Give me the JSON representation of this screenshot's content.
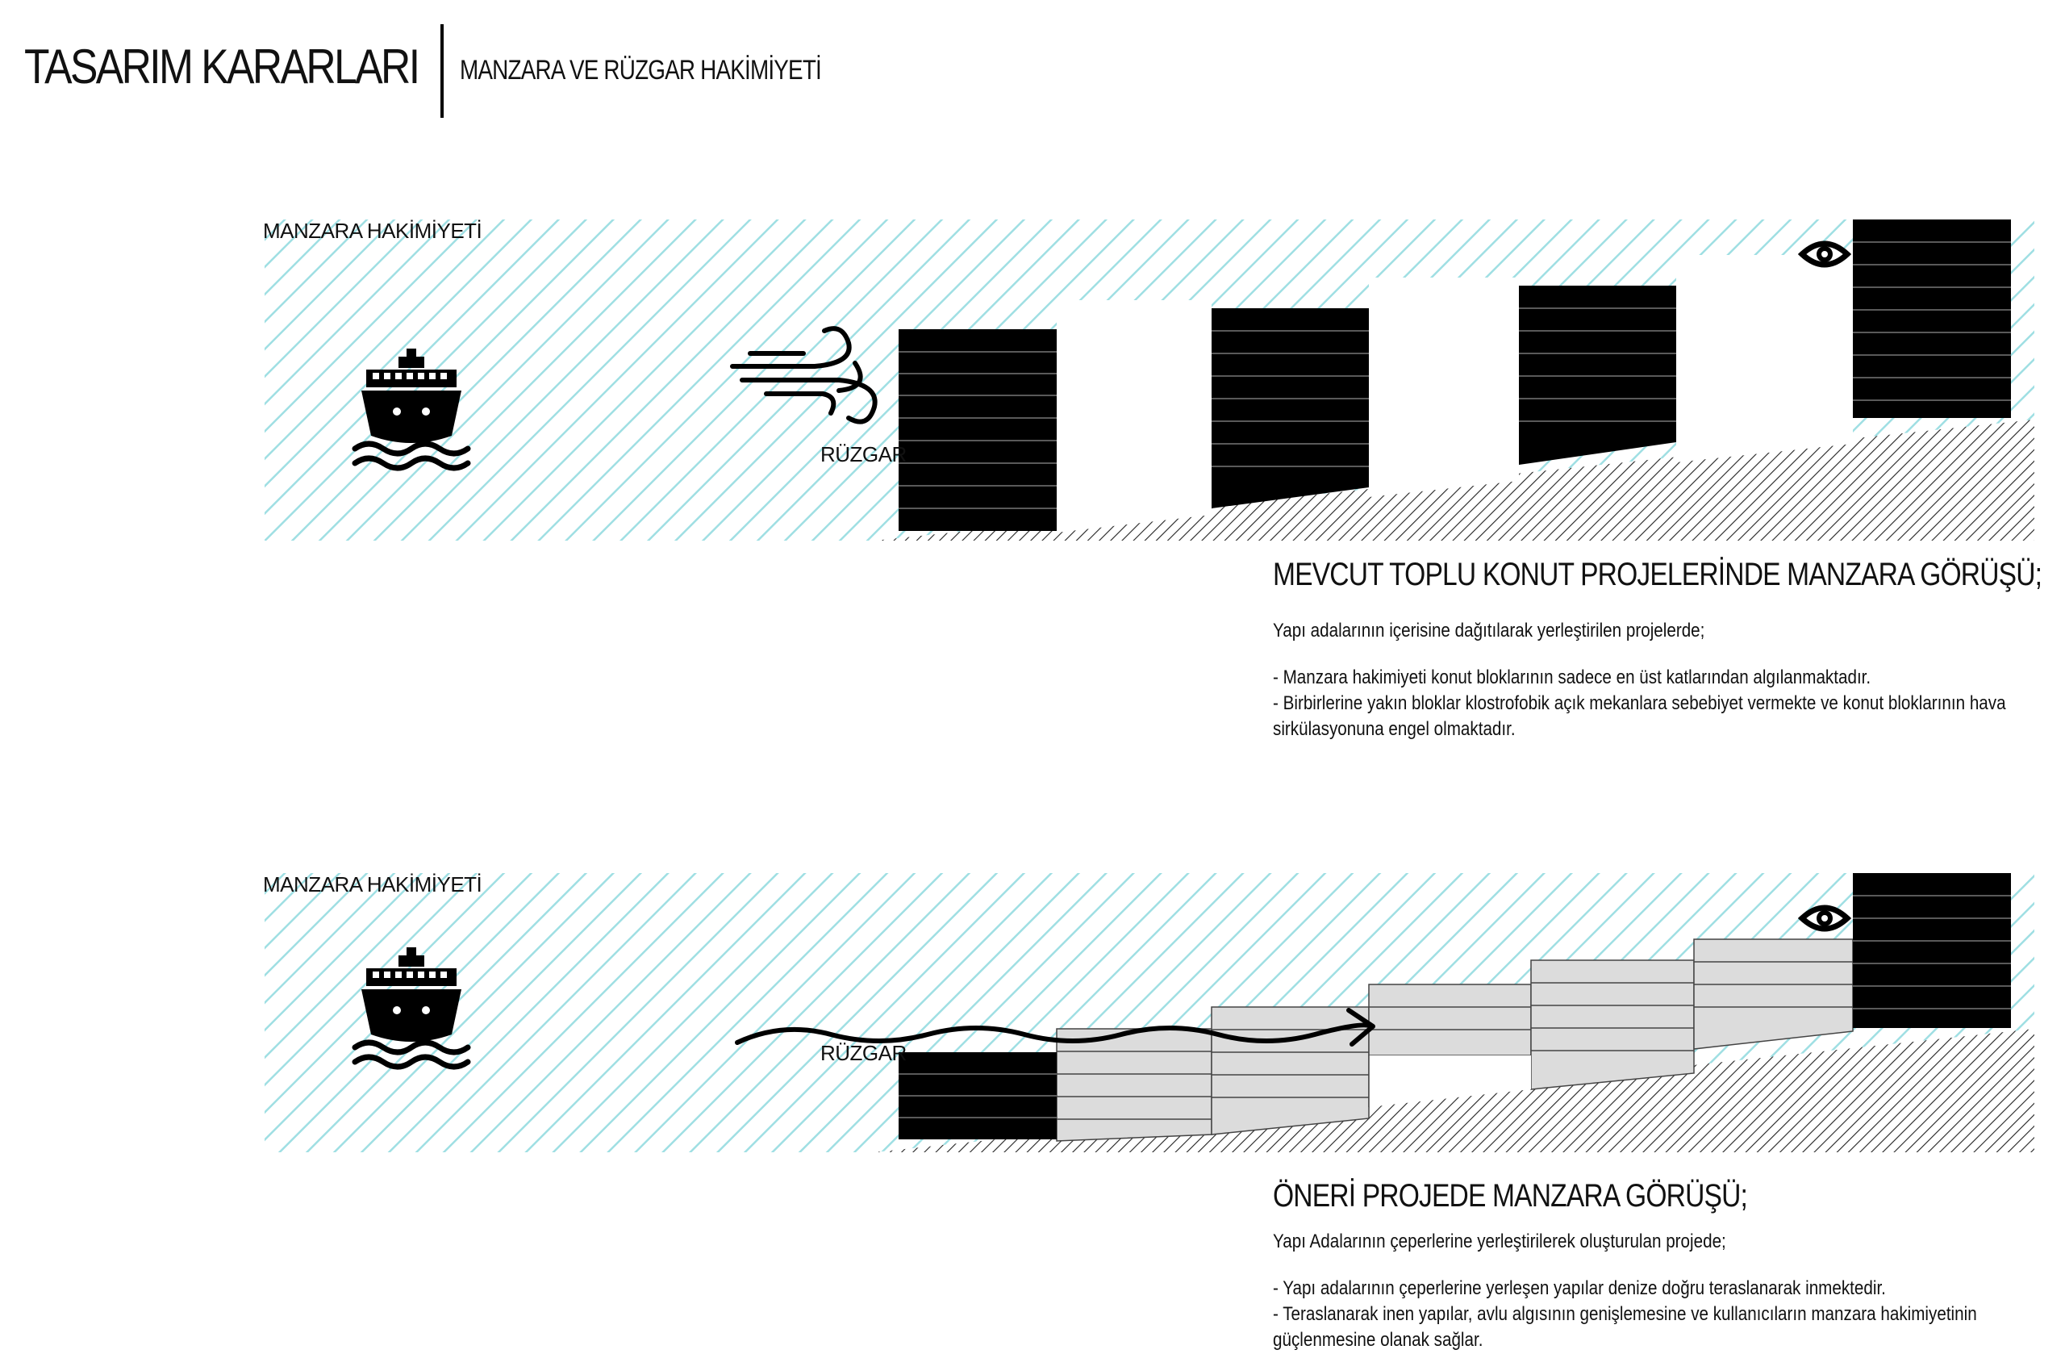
{
  "header": {
    "title": "TASARIM KARARLARI",
    "subtitle": "MANZARA VE RÜZGAR HAKİMİYETİ"
  },
  "colors": {
    "view_zone_hatch": "#9fdfe3",
    "block_existing": "#000000",
    "block_proposed": "#dcdcdc",
    "ground_hatch": "#222222"
  },
  "icons": [
    "ship-icon",
    "wind-icon",
    "eye-icon",
    "wind-arrow-icon"
  ],
  "diagrams": [
    {
      "zone_label": "MANZARA HAKİMİYETİ",
      "wind_label": "RÜZGAR",
      "heading": "MEVCUT TOPLU KONUT PROJELERİNDE MANZARA GÖRÜŞÜ;",
      "intro": "Yapı adalarının içerisine dağıtılarak yerleştirilen projelerde;",
      "bullets": [
        "- Manzara hakimiyeti konut bloklarının sadece en üst katlarından algılanmaktadır.",
        "- Birbirlerine yakın bloklar klostrofobik açık mekanlara sebebiyet vermekte ve konut bloklarının hava sirkülasyonuna engel olmaktadır."
      ]
    },
    {
      "zone_label": "MANZARA HAKİMİYETİ",
      "wind_label": "RÜZGAR",
      "heading": "ÖNERİ PROJEDE MANZARA GÖRÜŞÜ;",
      "intro": "Yapı Adalarının çeperlerine yerleştirilerek oluşturulan projede;",
      "bullets": [
        "- Yapı adalarının çeperlerine yerleşen yapılar denize doğru teraslanarak inmektedir.",
        "- Teraslanarak inen yapılar, avlu algısının genişlemesine ve kullanıcıların manzara hakimiyetinin güçlenmesine olanak sağlar."
      ]
    }
  ]
}
